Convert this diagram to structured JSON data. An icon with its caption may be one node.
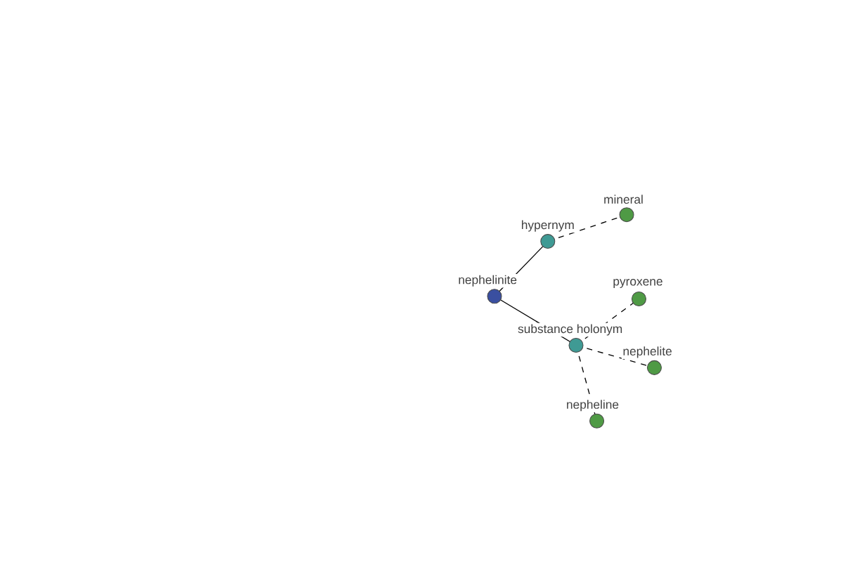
{
  "diagram": {
    "nodes": [
      {
        "text": [
          "nephelinite"
        ]
      },
      {
        "text": [
          "hypernym"
        ]
      },
      {
        "text": [
          "mineral"
        ]
      },
      {
        "text": [
          "substance holonym"
        ]
      },
      {
        "text": [
          "pyroxene"
        ]
      },
      {
        "text": [
          "nephelite"
        ]
      },
      {
        "text": [
          "nepheline"
        ]
      }
    ],
    "edges": [
      {
        "from": 0,
        "to": 1,
        "arrow": "none"
      },
      {
        "from": 1,
        "to": 2,
        "arrow": "none",
        "style": "dashed"
      },
      {
        "from": 0,
        "to": 3,
        "arrow": "none"
      },
      {
        "from": 3,
        "to": 4,
        "arrow": "none",
        "style": "dashed"
      },
      {
        "from": 3,
        "to": 5,
        "arrow": "none",
        "style": "dashed"
      },
      {
        "from": 3,
        "to": 6,
        "arrow": "none",
        "style": "dashed"
      }
    ]
  }
}
